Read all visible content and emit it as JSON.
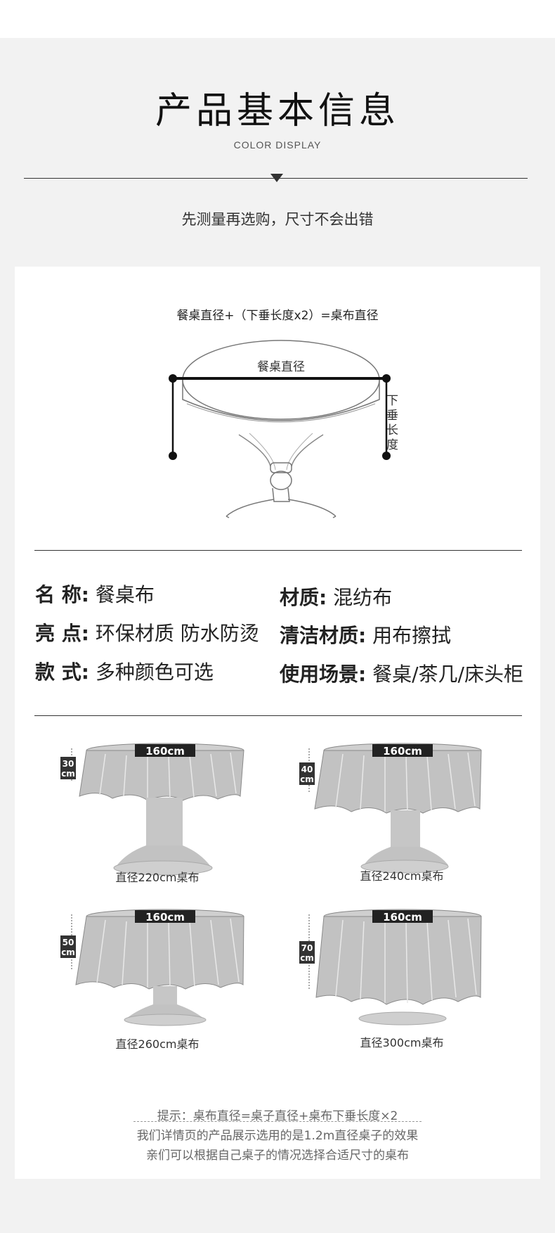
{
  "header": {
    "title": "产品基本信息",
    "subtitle": "COLOR DISPLAY",
    "tip": "先测量再选购，尺寸不会出错"
  },
  "diagram": {
    "formula": "餐桌直径+（下垂长度x2）=桌布直径",
    "diameter_label": "餐桌直径",
    "drop_label_chars": [
      "下",
      "垂",
      "长",
      "度"
    ]
  },
  "specs": {
    "name_key": "名  称:",
    "name_val": "餐桌布",
    "feature_key": "亮  点:",
    "feature_val": "环保材质 防水防烫",
    "style_key": "款  式:",
    "style_val": "多种颜色可选",
    "material_key": "材质:",
    "material_val": "混纺布",
    "clean_key": "清洁材质:",
    "clean_val": "用布擦拭",
    "usage_key": "使用场景:",
    "usage_val": "餐桌/茶几/床头柜"
  },
  "tablecloths": [
    {
      "table_size": "160cm",
      "drop_top": "30",
      "drop_bottom": "cm",
      "caption": "直径220cm桌布"
    },
    {
      "table_size": "160cm",
      "drop_top": "40",
      "drop_bottom": "cm",
      "caption": "直径240cm桌布"
    },
    {
      "table_size": "160cm",
      "drop_top": "50",
      "drop_bottom": "cm",
      "caption": "直径260cm桌布"
    },
    {
      "table_size": "160cm",
      "drop_top": "70",
      "drop_bottom": "cm",
      "caption": "直径300cm桌布"
    }
  ],
  "notes": {
    "line1": "提示：桌布直径=桌子直径+桌布下垂长度×2",
    "line2": "我们详情页的产品展示选用的是1.2m直径桌子的效果",
    "line3": "亲们可以根据自己桌子的情况选择合适尺寸的桌布"
  },
  "colors": {
    "page_bg": "#f2f2f2",
    "card_bg": "#ffffff",
    "cloth_gray": "#bdbdbd",
    "text": "#222222"
  }
}
